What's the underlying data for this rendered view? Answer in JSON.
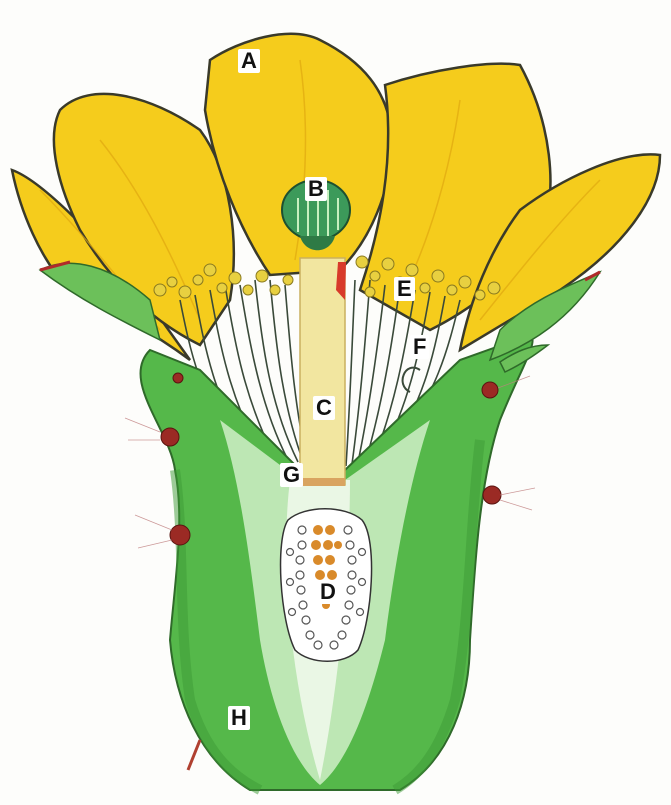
{
  "labels": {
    "a": "A",
    "b": "B",
    "c": "C",
    "d": "D",
    "e": "E",
    "f": "F",
    "g": "G",
    "h": "H"
  },
  "colors": {
    "petal": "#f5cc1c",
    "petal_outline": "#3a3a2a",
    "receptacle": "#55b84a",
    "receptacle_light": "#c9ecc0",
    "stamen_filament": "#3a4a3a",
    "anther": "#e8d040",
    "style": "#f2e6a0",
    "stigma": "#3c9a5a",
    "ovule": "#ffffff",
    "spine_tubercle": "#9b2a24"
  }
}
